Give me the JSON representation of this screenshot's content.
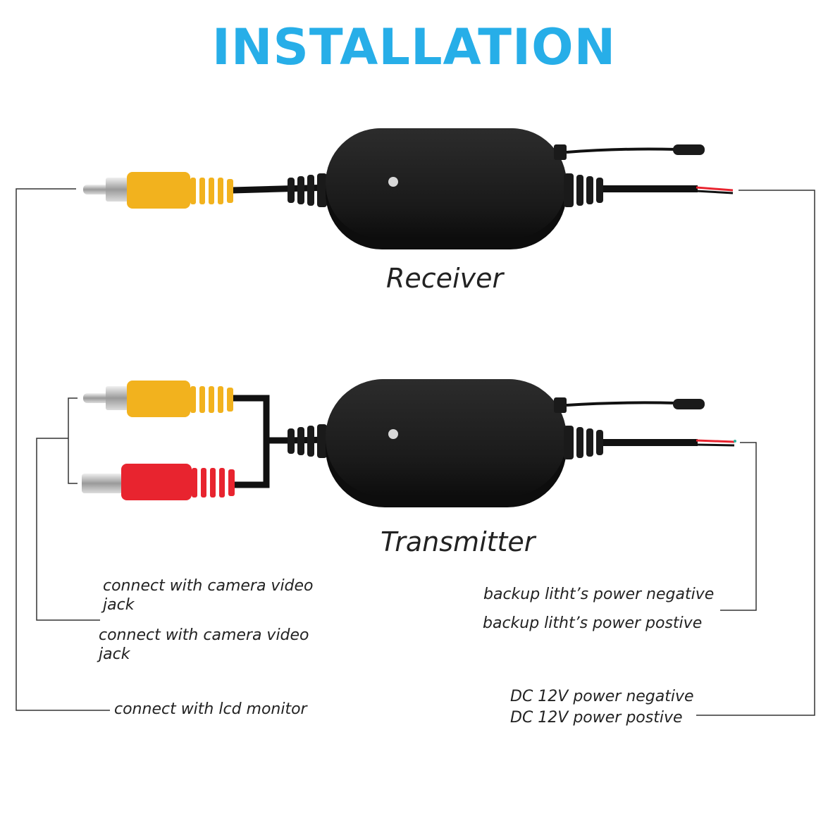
{
  "title": "INSTALLATION",
  "colors": {
    "title": "#27aee8",
    "rca_yellow": "#f2b21e",
    "dc_red": "#e8242f",
    "module_body": "#1c1c1c",
    "wire": "#111111",
    "leader_line": "#333333"
  },
  "devices": {
    "receiver": {
      "label": "Receiver"
    },
    "transmitter": {
      "label": "Transmitter"
    }
  },
  "annotations": {
    "left": [
      "connect with camera video jack",
      "connect with camera video jack",
      "connect with lcd monitor"
    ],
    "right": [
      "backup litht’s power negative",
      "backup litht’s power postive",
      "DC 12V power negative",
      "DC 12V power postive"
    ]
  },
  "icons": [
    "rca-plug-icon",
    "dc-plug-icon",
    "wireless-module-icon",
    "led-indicator-icon",
    "antenna-icon"
  ]
}
